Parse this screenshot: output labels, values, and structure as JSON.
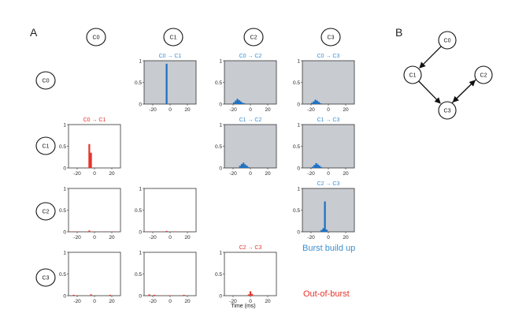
{
  "panel_labels": {
    "a": "A",
    "b": "B"
  },
  "nodes": [
    "C0",
    "C1",
    "C2",
    "C3"
  ],
  "graph": {
    "nodes": [
      "C0",
      "C1",
      "C2",
      "C3"
    ],
    "edges": [
      [
        "C0",
        "C1"
      ],
      [
        "C1",
        "C3"
      ],
      [
        "C2",
        "C3"
      ],
      [
        "C3",
        "C2"
      ]
    ]
  },
  "legend": {
    "build_up": {
      "text": "Burst build up",
      "color": "#3a8fd0"
    },
    "out_of_burst": {
      "text": "Out-of-burst",
      "color": "#e8332a"
    }
  },
  "colors": {
    "blue": "#1a6fc4",
    "red": "#e8332a",
    "gray_bg": "#c8cbd0"
  },
  "chart_data": {
    "type": "bar",
    "xlabel": "Time (ms)",
    "xlim": [
      -30,
      30
    ],
    "ylim": [
      0,
      1
    ],
    "xticks": [
      -20,
      0,
      20
    ],
    "yticks": [
      0,
      0.5,
      1
    ],
    "panels": [
      {
        "row": 0,
        "col": 1,
        "title": "C0 → C1",
        "kind": "build_up",
        "bars": [
          [
            -4,
            0.93
          ]
        ]
      },
      {
        "row": 0,
        "col": 2,
        "title": "C0 → C2",
        "kind": "build_up",
        "bars": [
          [
            -19,
            0.04
          ],
          [
            -17,
            0.08
          ],
          [
            -15,
            0.12
          ],
          [
            -13,
            0.09
          ],
          [
            -11,
            0.06
          ],
          [
            -9,
            0.03
          ],
          [
            -7,
            0.02
          ]
        ]
      },
      {
        "row": 0,
        "col": 3,
        "title": "C0 → C3",
        "kind": "build_up",
        "bars": [
          [
            -19,
            0.03
          ],
          [
            -17,
            0.06
          ],
          [
            -15,
            0.1
          ],
          [
            -13,
            0.08
          ],
          [
            -11,
            0.05
          ],
          [
            -9,
            0.02
          ]
        ]
      },
      {
        "row": 1,
        "col": 0,
        "title": "C0 → C1",
        "kind": "out_of_burst",
        "bars": [
          [
            -6,
            0.55
          ],
          [
            -4,
            0.35
          ]
        ]
      },
      {
        "row": 1,
        "col": 2,
        "title": "C1 → C2",
        "kind": "build_up",
        "bars": [
          [
            -12,
            0.05
          ],
          [
            -10,
            0.09
          ],
          [
            -8,
            0.12
          ],
          [
            -6,
            0.08
          ],
          [
            -4,
            0.05
          ],
          [
            -2,
            0.02
          ]
        ]
      },
      {
        "row": 1,
        "col": 3,
        "title": "C1 → C3",
        "kind": "build_up",
        "bars": [
          [
            -18,
            0.03
          ],
          [
            -16,
            0.07
          ],
          [
            -14,
            0.11
          ],
          [
            -12,
            0.08
          ],
          [
            -10,
            0.05
          ],
          [
            -8,
            0.02
          ]
        ]
      },
      {
        "row": 2,
        "col": 0,
        "title": "",
        "kind": "out_of_burst",
        "bars": [
          [
            -26,
            0.01
          ],
          [
            -20,
            0.01
          ],
          [
            -6,
            0.03
          ],
          [
            -2,
            0.01
          ],
          [
            8,
            0.01
          ],
          [
            22,
            0.01
          ]
        ]
      },
      {
        "row": 2,
        "col": 1,
        "title": "",
        "kind": "out_of_burst",
        "bars": [
          [
            -24,
            0.01
          ],
          [
            -10,
            0.01
          ],
          [
            -4,
            0.02
          ],
          [
            6,
            0.01
          ],
          [
            18,
            0.01
          ]
        ]
      },
      {
        "row": 2,
        "col": 3,
        "title": "C2 → C3",
        "kind": "build_up",
        "bars": [
          [
            -8,
            0.04
          ],
          [
            -6,
            0.08
          ],
          [
            -4,
            0.7
          ],
          [
            -2,
            0.05
          ]
        ]
      },
      {
        "row": 3,
        "col": 0,
        "title": "",
        "kind": "out_of_burst",
        "bars": [
          [
            -24,
            0.02
          ],
          [
            -20,
            0.01
          ],
          [
            -4,
            0.03
          ],
          [
            18,
            0.02
          ]
        ]
      },
      {
        "row": 3,
        "col": 1,
        "title": "",
        "kind": "out_of_burst",
        "bars": [
          [
            -24,
            0.03
          ],
          [
            -18,
            0.02
          ],
          [
            -10,
            0.01
          ],
          [
            0,
            0.01
          ],
          [
            16,
            0.02
          ]
        ]
      },
      {
        "row": 3,
        "col": 2,
        "title": "C2 → C3",
        "kind": "out_of_burst",
        "bars": [
          [
            -2,
            0.03
          ],
          [
            0,
            0.1
          ],
          [
            2,
            0.04
          ]
        ]
      }
    ]
  }
}
